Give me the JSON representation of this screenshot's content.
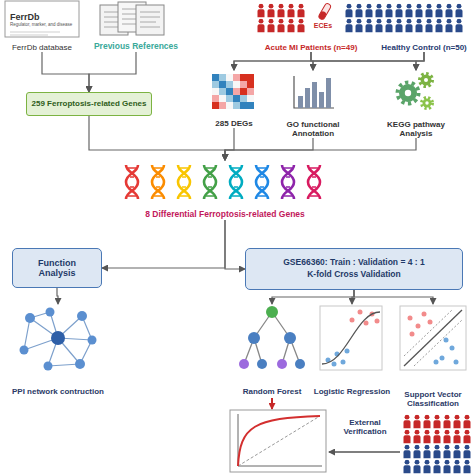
{
  "diagram": {
    "nodes": [
      {
        "text": [
          "FerrDb",
          "Regulator, marker, and disease",
          "FerrDb database"
        ]
      },
      {
        "text": [
          "Previous References"
        ]
      },
      {
        "text": [
          "Acute MI Patients (n=49)"
        ]
      },
      {
        "text": [
          "Healthy Control (n=50)"
        ]
      },
      {
        "text": [
          "259 Ferroptosis-related Genes"
        ]
      },
      {
        "text": [
          "285 DEGs"
        ]
      },
      {
        "text": [
          "GO functional Annotation"
        ]
      },
      {
        "text": [
          "KEGG pathway Analysis"
        ]
      },
      {
        "text": [
          "8 Differential Ferroptosis-related Genes"
        ]
      },
      {
        "text": [
          "Function Analysis"
        ]
      },
      {
        "text": [
          "GSE66360: Train : Validation = 4 : 1",
          "K-fold Cross Validation"
        ]
      },
      {
        "text": [
          "PPI network contruction"
        ]
      },
      {
        "text": [
          "Random Forest"
        ]
      },
      {
        "text": [
          "Logistic Regression"
        ]
      },
      {
        "text": [
          "Support Vector Classification"
        ]
      }
    ],
    "edges": [
      {
        "from": 0,
        "to": 4,
        "arrow": "to"
      },
      {
        "from": 1,
        "to": 4,
        "arrow": "to"
      },
      {
        "from": 2,
        "to": 5,
        "arrow": "to"
      },
      {
        "from": 2,
        "to": 6,
        "arrow": "to"
      },
      {
        "from": 2,
        "to": 7,
        "arrow": "to"
      },
      {
        "from": 3,
        "to": 5,
        "arrow": "to"
      },
      {
        "from": 3,
        "to": 6,
        "arrow": "to"
      },
      {
        "from": 3,
        "to": 7,
        "arrow": "to"
      },
      {
        "from": 4,
        "to": 8,
        "arrow": "to"
      },
      {
        "from": 5,
        "to": 8,
        "arrow": "to"
      },
      {
        "from": 6,
        "to": 8,
        "arrow": "to"
      },
      {
        "from": 7,
        "to": 8,
        "arrow": "to"
      },
      {
        "from": 8,
        "to": 9,
        "arrow": "to"
      },
      {
        "from": 8,
        "to": 10,
        "arrow": "to"
      },
      {
        "from": 9,
        "to": 11,
        "arrow": "to"
      },
      {
        "from": 10,
        "to": 12,
        "arrow": "to"
      },
      {
        "from": 10,
        "to": 13,
        "arrow": "to"
      },
      {
        "from": 10,
        "to": 14,
        "arrow": "to"
      }
    ],
    "labels": [
      "ECEs",
      "External Verification"
    ]
  }
}
